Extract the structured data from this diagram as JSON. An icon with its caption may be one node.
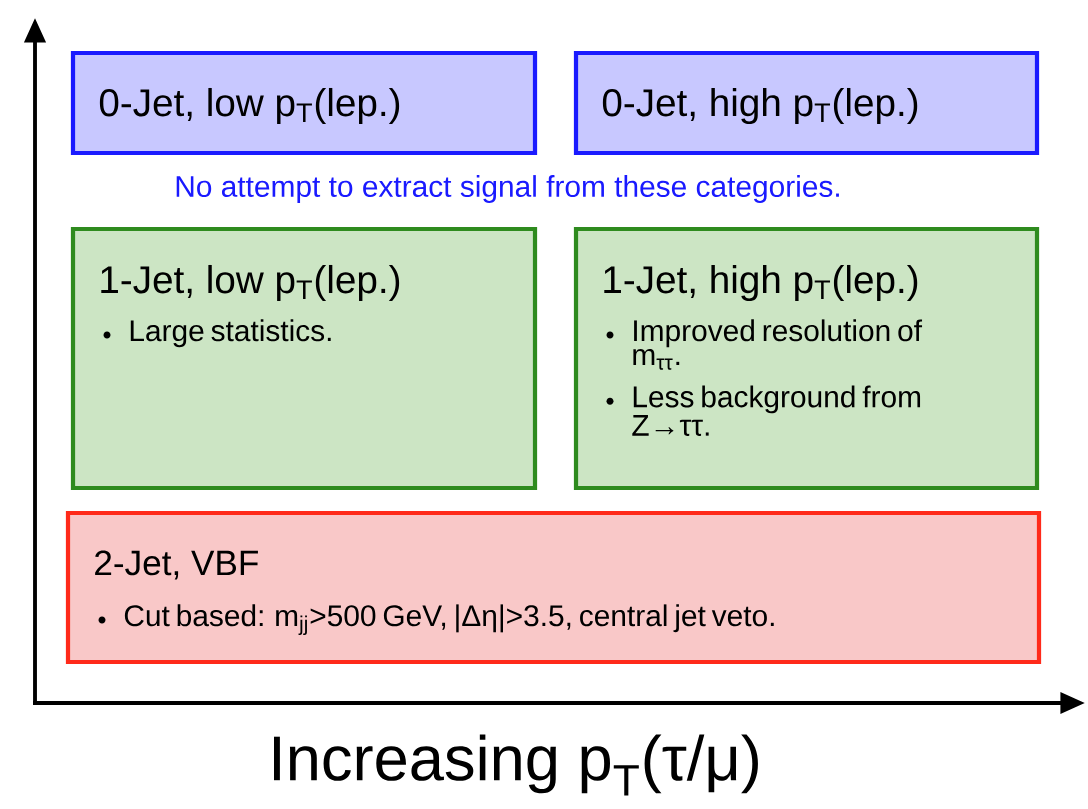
{
  "diagram": {
    "nodes": [
      {
        "text": [
          "0-Jet, low p$_{T}$(lep.)"
        ]
      },
      {
        "text": [
          "0-Jet, high p$_{T}$(lep.)"
        ]
      },
      {
        "text": [
          "1-Jet, low p$_{T}$(lep.)",
          "Large statistics."
        ]
      },
      {
        "text": [
          "1-Jet, high p$_{T}$(lep.)",
          "Improved resolution of m$_{ττ}$.",
          "Less background from Z→ττ."
        ]
      },
      {
        "text": [
          "2-Jet, VBF",
          "Cut based: m$_{jj}$>500 GeV, |Δη|>3.5, central jet veto."
        ]
      }
    ],
    "labels": [
      "No attempt to extract signal from these categories.",
      "Increasing p$_{T}$(τ/μ)"
    ]
  }
}
